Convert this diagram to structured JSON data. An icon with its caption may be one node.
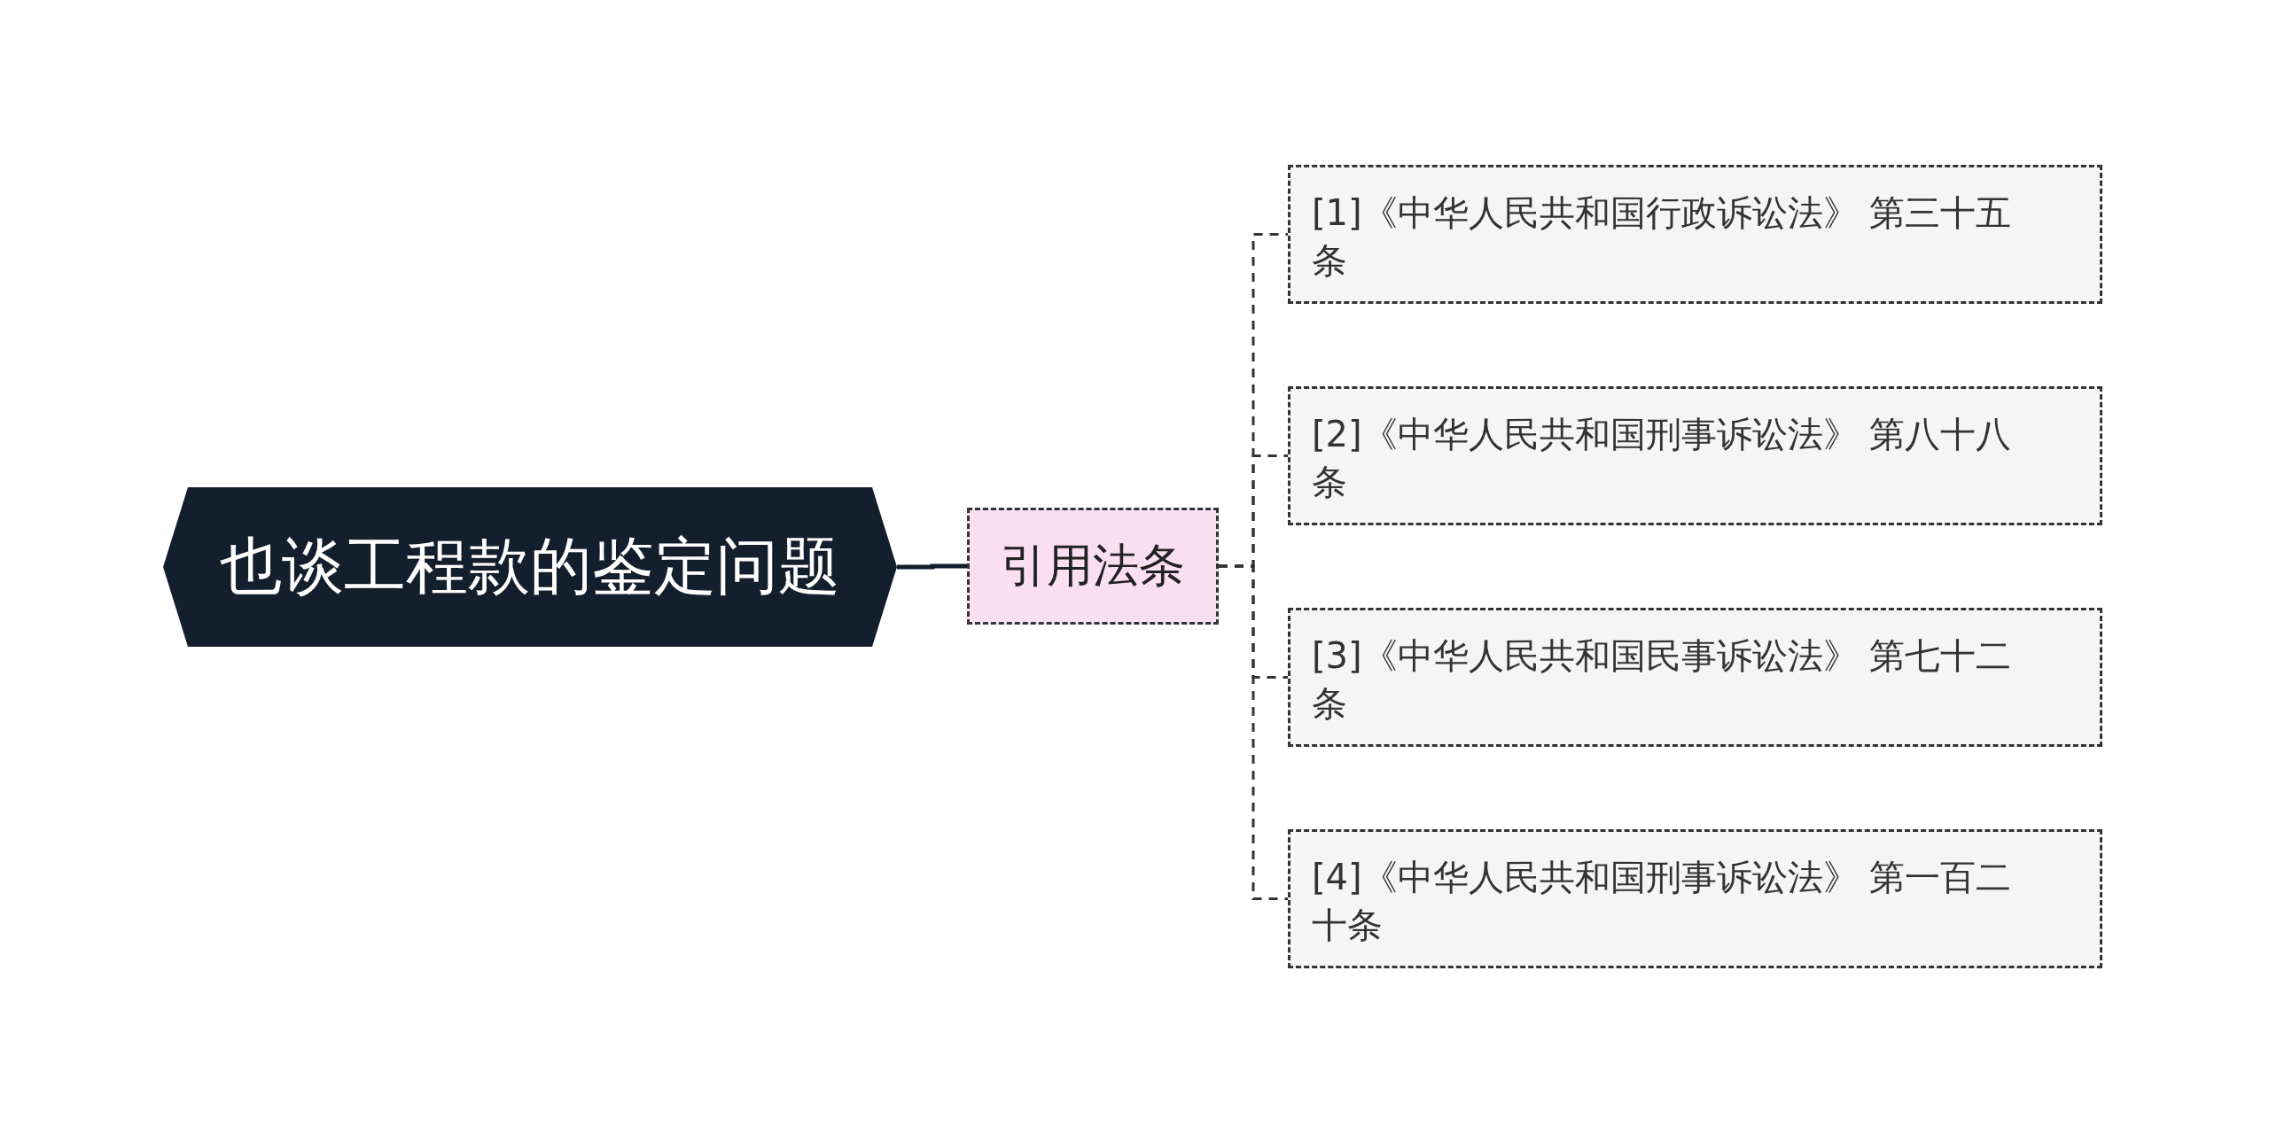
{
  "diagram": {
    "nodes": [
      {
        "text": [
          "也谈工程款的鉴定问题"
        ]
      },
      {
        "text": [
          "引用法条"
        ]
      },
      {
        "text": [
          "[1]《中华人民共和国行政诉讼法》 第三十五条"
        ]
      },
      {
        "text": [
          "[2]《中华人民共和国刑事诉讼法》 第八十八条"
        ]
      },
      {
        "text": [
          "[3]《中华人民共和国民事诉讼法》 第七十二条"
        ]
      },
      {
        "text": [
          "[4]《中华人民共和国刑事诉讼法》 第一百二十条"
        ]
      }
    ],
    "edges": [
      {
        "from": 0,
        "to": 1,
        "arrow": "none"
      },
      {
        "from": 1,
        "to": 2,
        "arrow": "none",
        "style": "dashed"
      },
      {
        "from": 1,
        "to": 3,
        "arrow": "none",
        "style": "dashed"
      },
      {
        "from": 1,
        "to": 4,
        "arrow": "none",
        "style": "dashed"
      },
      {
        "from": 1,
        "to": 5,
        "arrow": "none",
        "style": "dashed"
      }
    ]
  }
}
